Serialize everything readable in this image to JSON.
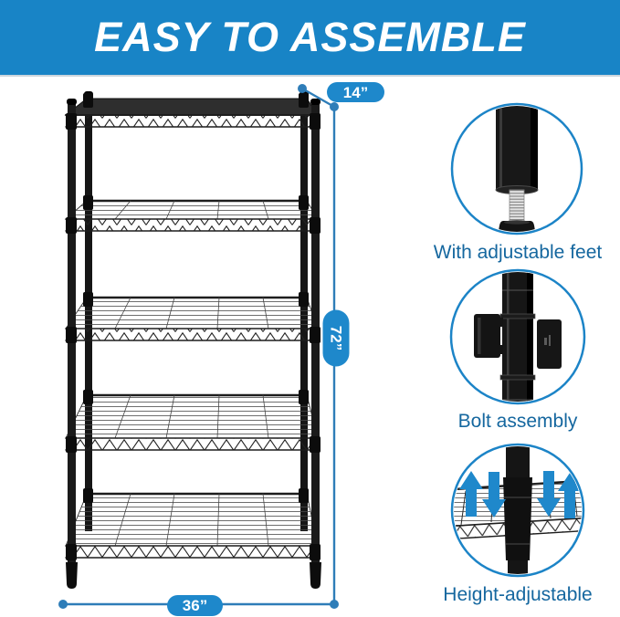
{
  "banner": {
    "title": "EASY TO ASSEMBLE"
  },
  "dimensions": {
    "depth": "14”",
    "height": "72”",
    "width": "36”"
  },
  "callouts": [
    {
      "caption": "With adjustable feet",
      "icon": "adjustable-foot-photo"
    },
    {
      "caption": "Bolt assembly",
      "icon": "bolt-assembly-photo"
    },
    {
      "caption": "Height-adjustable",
      "icon": "height-adjustable-photo",
      "arrow_icons": [
        "arrow-up",
        "arrow-down",
        "arrow-down",
        "arrow-up"
      ]
    }
  ],
  "colors": {
    "banner_blue": "#1884c6",
    "accent_blue": "#1e88cb",
    "dimension_line_blue": "#2e7db8",
    "caption_blue": "#15679f",
    "rack_black": "#1a1a1a"
  }
}
